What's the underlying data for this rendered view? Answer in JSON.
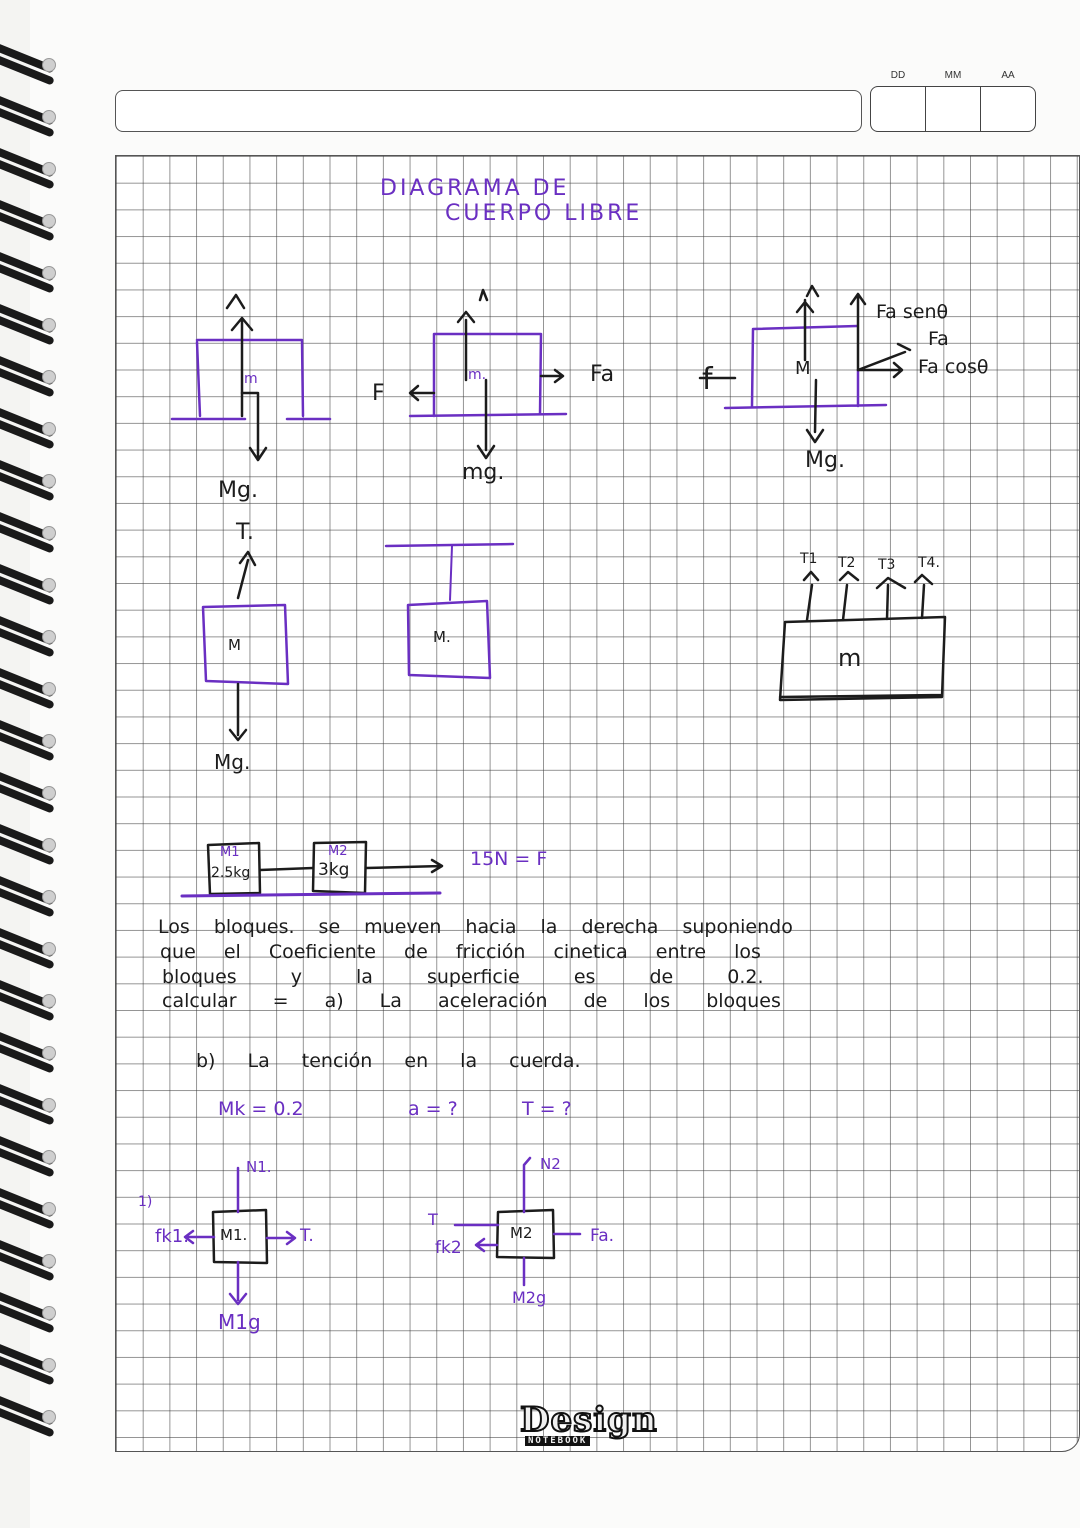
{
  "header": {
    "title_field": "",
    "date_labels": [
      "DD",
      "MM",
      "AA"
    ],
    "date_values": [
      "",
      "",
      ""
    ]
  },
  "heading": {
    "line1": "DIAGRAMA DE",
    "line2": "CUERPO LIBRE"
  },
  "diagrams_row1": {
    "d1": {
      "up_label": "",
      "mass": "m",
      "down_label": "Mg."
    },
    "d2": {
      "left_label": "F",
      "mass": "m.",
      "right_label": "Fa",
      "down_label": "mg."
    },
    "d3": {
      "left_label": "f",
      "mass": "M",
      "down_label": "Mg.",
      "vert_component": "Fa senθ",
      "force": "Fa",
      "horiz_component": "Fa cosθ"
    }
  },
  "diagrams_row2": {
    "d1": {
      "up_label": "T.",
      "mass": "M",
      "down_label": "Mg."
    },
    "d2": {
      "mass": "M."
    },
    "d3": {
      "mass": "m",
      "tensions": [
        "T1",
        "T2",
        "T3",
        "T4."
      ]
    }
  },
  "blocks_problem": {
    "block1": {
      "name": "M1",
      "mass": "2.5kg"
    },
    "block2": {
      "name": "M2",
      "mass": "3kg"
    },
    "force": "15N = F"
  },
  "problem_text": {
    "lines": [
      "Los bloques. se mueven hacia la derecha suponiendo",
      "que el Coeficiente de fricción cinetica entre los",
      "bloques y la superficie es de 0.2.",
      "calcular = a) La aceleración de los bloques"
    ],
    "part_b": "b) La tención en la cuerda.",
    "givens": {
      "mu": "Mk = 0.2",
      "a": "a = ?",
      "t": "T = ?"
    }
  },
  "fbd_solution": {
    "step_label": "1)",
    "m1": {
      "mass": "M1.",
      "normal": "N1.",
      "friction": "fk1.",
      "tension": "T.",
      "weight": "M1g"
    },
    "m2": {
      "mass": "M2",
      "normal": "N2",
      "friction": "fk2",
      "tension": "T",
      "applied": "Fa.",
      "weight": "M2g"
    }
  },
  "branding": {
    "logo": "Design",
    "subtitle": "NOTEBOOK"
  },
  "colors": {
    "purple_ink": "#6a2fc2",
    "black_ink": "#1c1c1c",
    "grid": "#555555"
  }
}
